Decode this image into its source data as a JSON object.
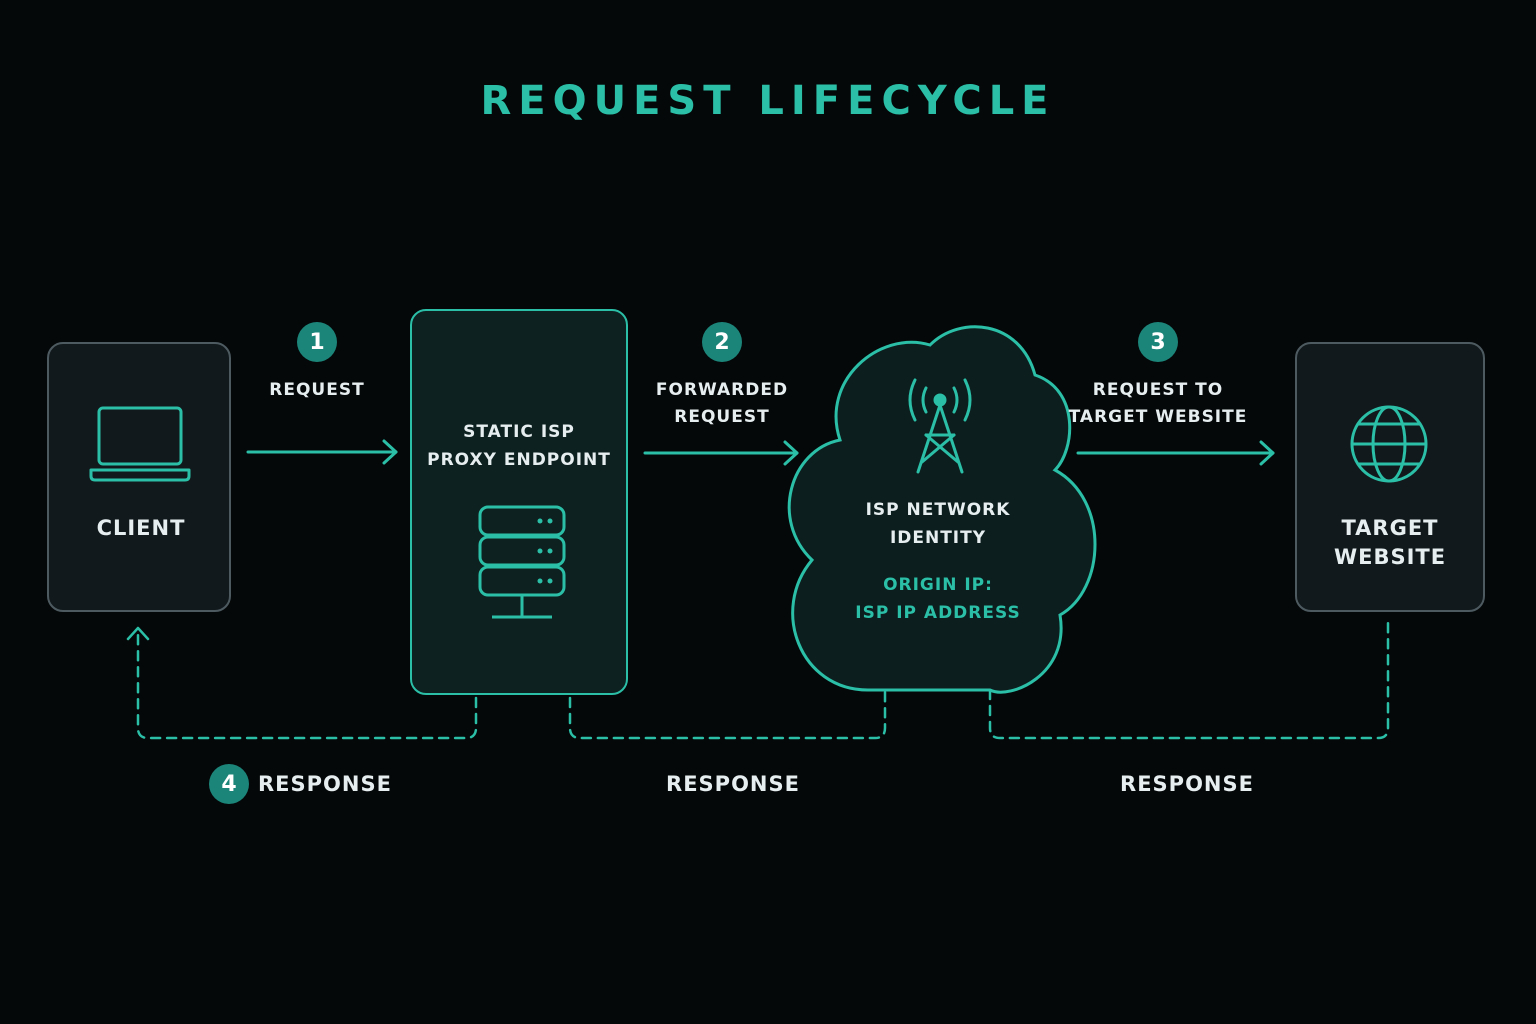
{
  "title": "REQUEST LIFECYCLE",
  "nodes": {
    "client": {
      "label": "CLIENT",
      "icon": "laptop-icon"
    },
    "proxy": {
      "line1": "STATIC ISP",
      "line2": "PROXY ENDPOINT",
      "icon": "server-icon"
    },
    "isp": {
      "line1": "ISP NETWORK",
      "line2": "IDENTITY",
      "origin1": "ORIGIN IP:",
      "origin2": "ISP IP ADDRESS",
      "icon": "cell-tower-icon"
    },
    "target": {
      "line1": "TARGET",
      "line2": "WEBSITE",
      "icon": "globe-icon"
    }
  },
  "steps": [
    {
      "number": "1",
      "line1": "REQUEST",
      "line2": ""
    },
    {
      "number": "2",
      "line1": "FORWARDED",
      "line2": "REQUEST"
    },
    {
      "number": "3",
      "line1": "REQUEST TO",
      "line2": "TARGET WEBSITE"
    },
    {
      "number": "4",
      "line1": "RESPONSE",
      "line2": ""
    }
  ],
  "responses": [
    "RESPONSE",
    "RESPONSE"
  ],
  "colors": {
    "accent": "#2bbfa7",
    "background": "#050809",
    "node_border": "#4d5b61",
    "text": "#e7eef0"
  }
}
